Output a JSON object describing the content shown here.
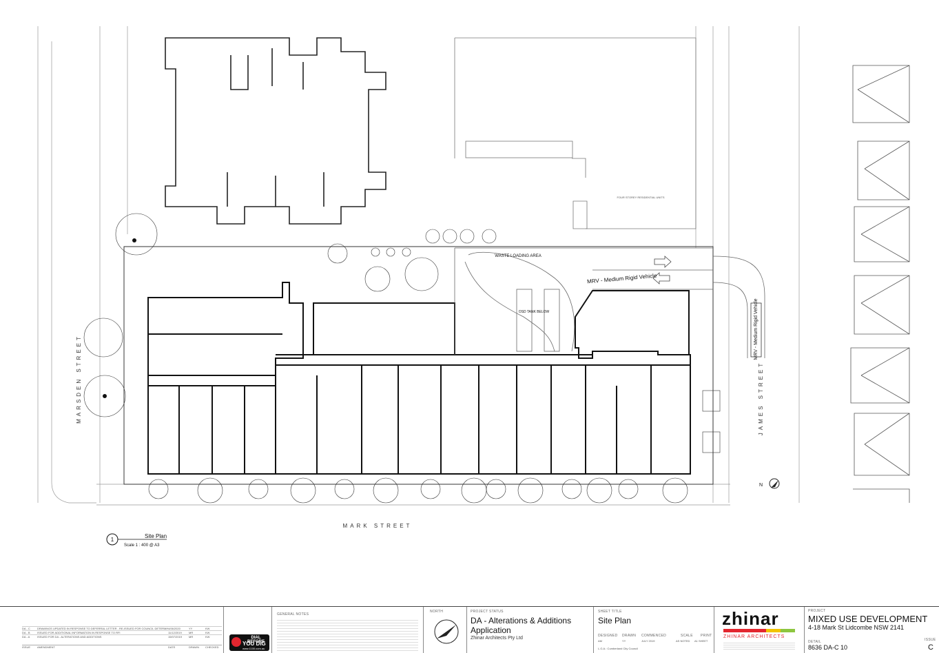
{
  "drawing": {
    "street_west": "MARSDEN STREET",
    "street_south": "MARK STREET",
    "street_east": "JAMES STREET",
    "label_waste": "WASTE LOADING AREA",
    "label_mrv": "MRV - Medium Rigid Vehicle",
    "label_mrv_vertical": "MRV - Medium Rigid Vehicle",
    "label_osd": "OSD TANK BELOW",
    "label_neighbour": "FOUR STOREY RESIDENTIAL UNITS",
    "north_letter": "N",
    "view_number": "1",
    "view_title": "Site Plan",
    "view_scale": "Scale 1 : 400 @ A3"
  },
  "title_block": {
    "revisions": [
      {
        "issue": "DA - C",
        "amendment": "DRAWINGS UPDATED IN RESPONSE TO DEFERRAL LETTER - RE-ISSUED FOR COUNCIL DETERMINATION",
        "date": "4/06/2020",
        "drawn": "YY",
        "checked": "KW"
      },
      {
        "issue": "DA - B",
        "amendment": "ISSUED FOR ADDITIONAL INFORMATION IN RESPONSE TO RFI",
        "date": "11/12/2019",
        "drawn": "MR",
        "checked": "KW"
      },
      {
        "issue": "DA - A",
        "amendment": "ISSUED FOR DA - ALTERATIONS AND ADDITIONS",
        "date": "15/07/2019",
        "drawn": "MR",
        "checked": "KW"
      }
    ],
    "revision_headers": {
      "issue": "ISSUE",
      "amendment": "AMENDMENT",
      "date": "DATE",
      "drawn": "DRAWN",
      "checked": "CHECKED"
    },
    "dial_line1": "DIAL BEFORE",
    "dial_line2": "YOU DIG",
    "dial_url": "www.1100.com.au",
    "general_notes_title": "GENERAL NOTES",
    "north_label": "NORTH",
    "project_status_label": "PROJECT STATUS",
    "project_status": "DA - Alterations & Additions Application",
    "practice": "Zhinar Architects Pty Ltd",
    "sheet_title_label": "SHEET TITLE",
    "sheet_title": "Site Plan",
    "designed_label": "DESIGNED",
    "designed": "AM",
    "drawn_label": "DRAWN",
    "drawn": "YY",
    "commenced_label": "COMMENCED",
    "commenced": "JULY 2019",
    "scale_label": "SCALE",
    "scale": "AS NOTED",
    "print_label": "PRINT",
    "print": "A1 SHEET",
    "council": "L.G.A.: Cumberland City Council",
    "logo_text": "zhinar",
    "logo_sub": "ZHINAR ARCHITECTS",
    "project_label": "PROJECT",
    "project": "MIXED USE DEVELOPMENT",
    "address": "4-18 Mark St Lidcombe NSW 2141",
    "detail_label": "DETAIL",
    "drawing_no": "8636  DA-C 10",
    "issue_label": "ISSUE",
    "issue": "C",
    "colors": {
      "logo_red": "#e3262f",
      "logo_yellow": "#f2c400",
      "logo_green": "#8dc63f",
      "logo_text": "#111111"
    }
  }
}
